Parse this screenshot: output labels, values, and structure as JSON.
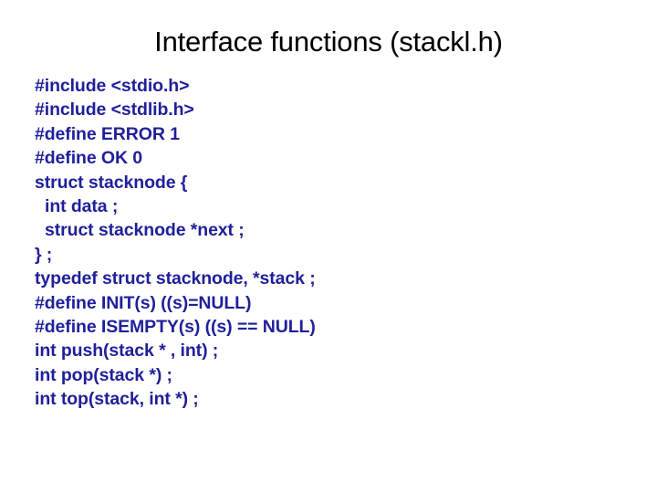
{
  "slide": {
    "title": "Interface functions (stackl.h)",
    "background_color": "#FFFFFF",
    "title_color": "#000000",
    "code_color": "#1F1F9B",
    "code_lines": [
      {
        "text": "#include <stdio.h>",
        "indent": 0
      },
      {
        "text": "#include <stdlib.h>",
        "indent": 0
      },
      {
        "text": "#define ERROR 1",
        "indent": 0
      },
      {
        "text": "#define OK 0",
        "indent": 0
      },
      {
        "text": "struct stacknode {",
        "indent": 0
      },
      {
        "text": "int data ;",
        "indent": 1
      },
      {
        "text": "struct stacknode *next ;",
        "indent": 1
      },
      {
        "text": "} ;",
        "indent": 0
      },
      {
        "text": "typedef struct stacknode, *stack ;",
        "indent": 0
      },
      {
        "text": "#define INIT(s) ((s)=NULL)",
        "indent": 0
      },
      {
        "text": "#define ISEMPTY(s) ((s) == NULL)",
        "indent": 0
      },
      {
        "text": "int push(stack * , int) ;",
        "indent": 0
      },
      {
        "text": "int pop(stack *) ;",
        "indent": 0
      },
      {
        "text": "int top(stack, int *) ;",
        "indent": 0
      }
    ]
  }
}
